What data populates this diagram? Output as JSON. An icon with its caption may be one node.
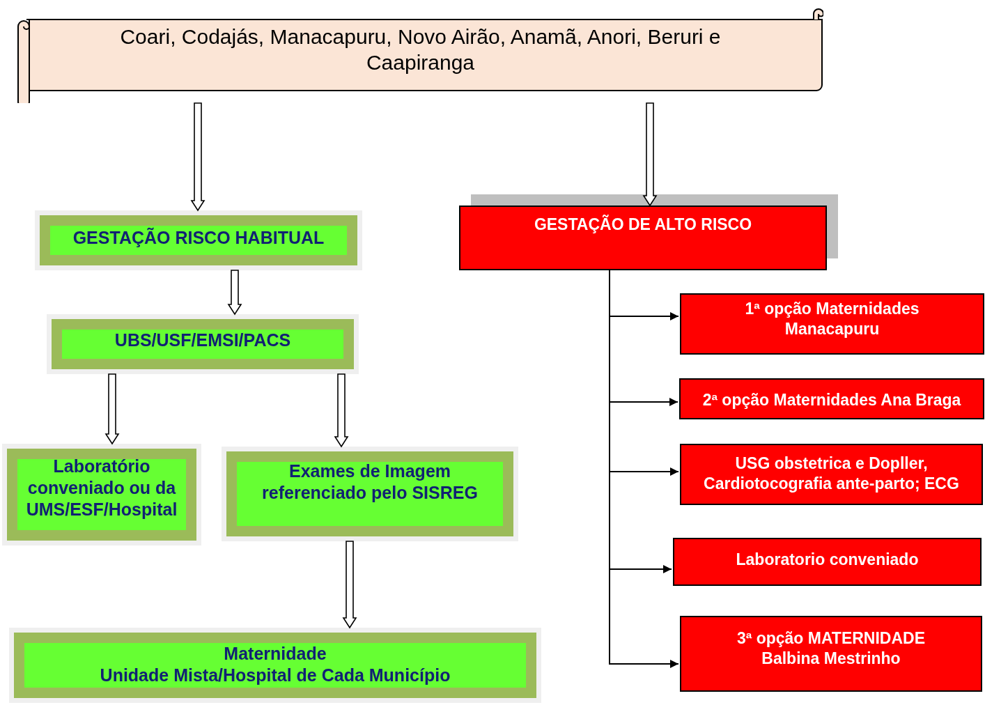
{
  "diagram": {
    "nodes": [
      {
        "text": [
          "Coari, Codajás, Manacapuru, Novo Airão, Anamã, Anori, Beruri e Caapiranga"
        ]
      },
      {
        "text": [
          "GESTAÇÃO RISCO HABITUAL"
        ]
      },
      {
        "text": [
          "UBS/USF/EMSI/PACS"
        ]
      },
      {
        "text": [
          "Laboratório conveniado ou da UMS/ESF/Hospital"
        ]
      },
      {
        "text": [
          "Exames de Imagem referenciado pelo SISREG"
        ]
      },
      {
        "text": [
          "Maternidade",
          "Unidade Mista/Hospital de Cada Município"
        ]
      },
      {
        "text": [
          "GESTAÇÃO DE ALTO RISCO"
        ]
      },
      {
        "text": [
          "1ª opção Maternidades Manacapuru"
        ]
      },
      {
        "text": [
          "2ª opção Maternidades Ana Braga"
        ]
      },
      {
        "text": [
          "USG obstetrica e Dopller, Cardiotocografia ante-parto; ECG"
        ]
      },
      {
        "text": [
          "Laboratorio conveniado"
        ]
      },
      {
        "text": [
          "3ª opção MATERNIDADE Balbina Mestrinho"
        ]
      }
    ],
    "edges": [
      {
        "from": 0,
        "to": 1,
        "arrow": "to",
        "style": "thick"
      },
      {
        "from": 0,
        "to": 6,
        "arrow": "to",
        "style": "thick"
      },
      {
        "from": 1,
        "to": 2,
        "arrow": "to",
        "style": "thick"
      },
      {
        "from": 2,
        "to": 3,
        "arrow": "to",
        "style": "thick"
      },
      {
        "from": 2,
        "to": 4,
        "arrow": "to",
        "style": "thick"
      },
      {
        "from": 4,
        "to": 5,
        "arrow": "to",
        "style": "thick"
      },
      {
        "from": 6,
        "to": 7,
        "arrow": "to"
      },
      {
        "from": 6,
        "to": 8,
        "arrow": "to"
      },
      {
        "from": 6,
        "to": 9,
        "arrow": "to"
      },
      {
        "from": 6,
        "to": 10,
        "arrow": "to"
      },
      {
        "from": 6,
        "to": 11,
        "arrow": "to"
      }
    ]
  }
}
